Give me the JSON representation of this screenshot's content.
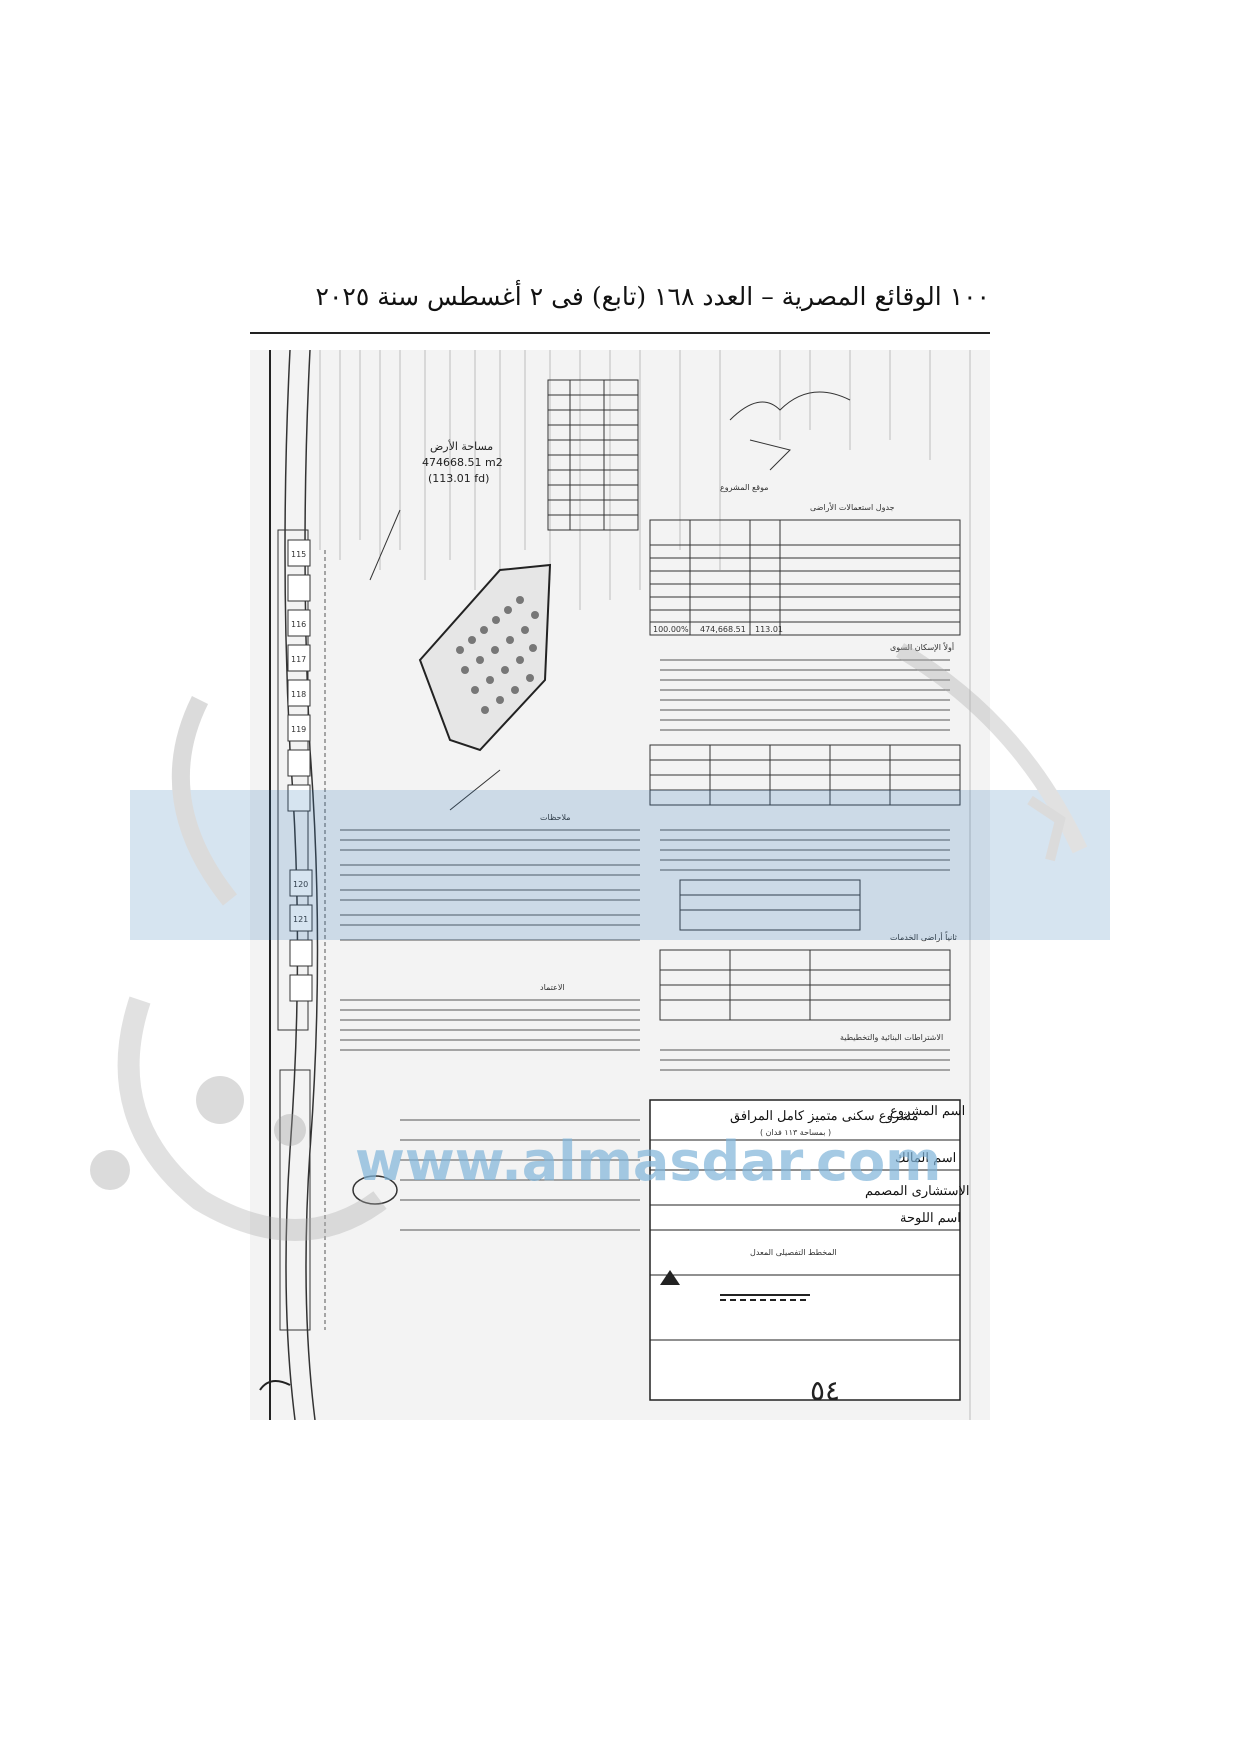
{
  "header": {
    "text": "١٠٠  الوقائع المصرية – العدد ١٦٨ (تابع) فى ٢ أغسطس سنة ٢٠٢٥"
  },
  "map": {
    "area_label": "مساحة الأرض",
    "area_m2": "474668.51 m2",
    "area_fd": "(113.01 fd)",
    "project_site": "موقع المشروع",
    "land_use_table_title": "جدول استعمالات الأراضى",
    "land_use_total": "474,668.51",
    "land_use_pct_total": "100.00%",
    "land_use_fd_total": "113.01",
    "section_buildings": "أولاً الإسكان السوى",
    "section_services": "ثانياً أراضى الخدمات",
    "section_conditions": "الاشتراطات البنائية والتخطيطية",
    "section_notes": "ملاحظات",
    "section_approval": "الاعتماد",
    "title_block": {
      "project_label": "اسم المشروع",
      "project_name": "مشروع سكنى متميز كامل المرافق",
      "project_area": "( بمساحة ١١٣ فدان )",
      "owner_label": "اسم المالك",
      "consultant_label": "الاستشارى المصمم",
      "sheet_label": "اسم اللوحة",
      "sheet_name": "المخطط التفصيلى المعدل"
    },
    "plot_numbers": [
      "115",
      "116",
      "117",
      "118",
      "119",
      "120",
      "121"
    ],
    "page_no": "٥٤"
  },
  "watermark": {
    "url": "www.almasdar.com"
  }
}
